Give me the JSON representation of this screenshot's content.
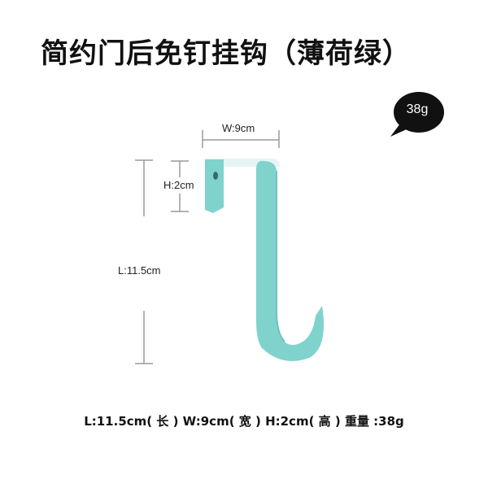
{
  "title": "简约门后免钉挂钩（薄荷绿）",
  "weight_badge": "38g",
  "dimensions": {
    "width_label": "W:9cm",
    "height_label": "H:2cm",
    "length_label": "L:11.5cm"
  },
  "spec_line": "L:11.5cm( 长 ) W:9cm( 宽 ) H:2cm( 高 ) 重量 :38g",
  "colors": {
    "hook": "#7fd3cc",
    "hook_shade": "#6cc4bd",
    "badge": "#111111",
    "dim_lines": "#9a9a9a"
  }
}
